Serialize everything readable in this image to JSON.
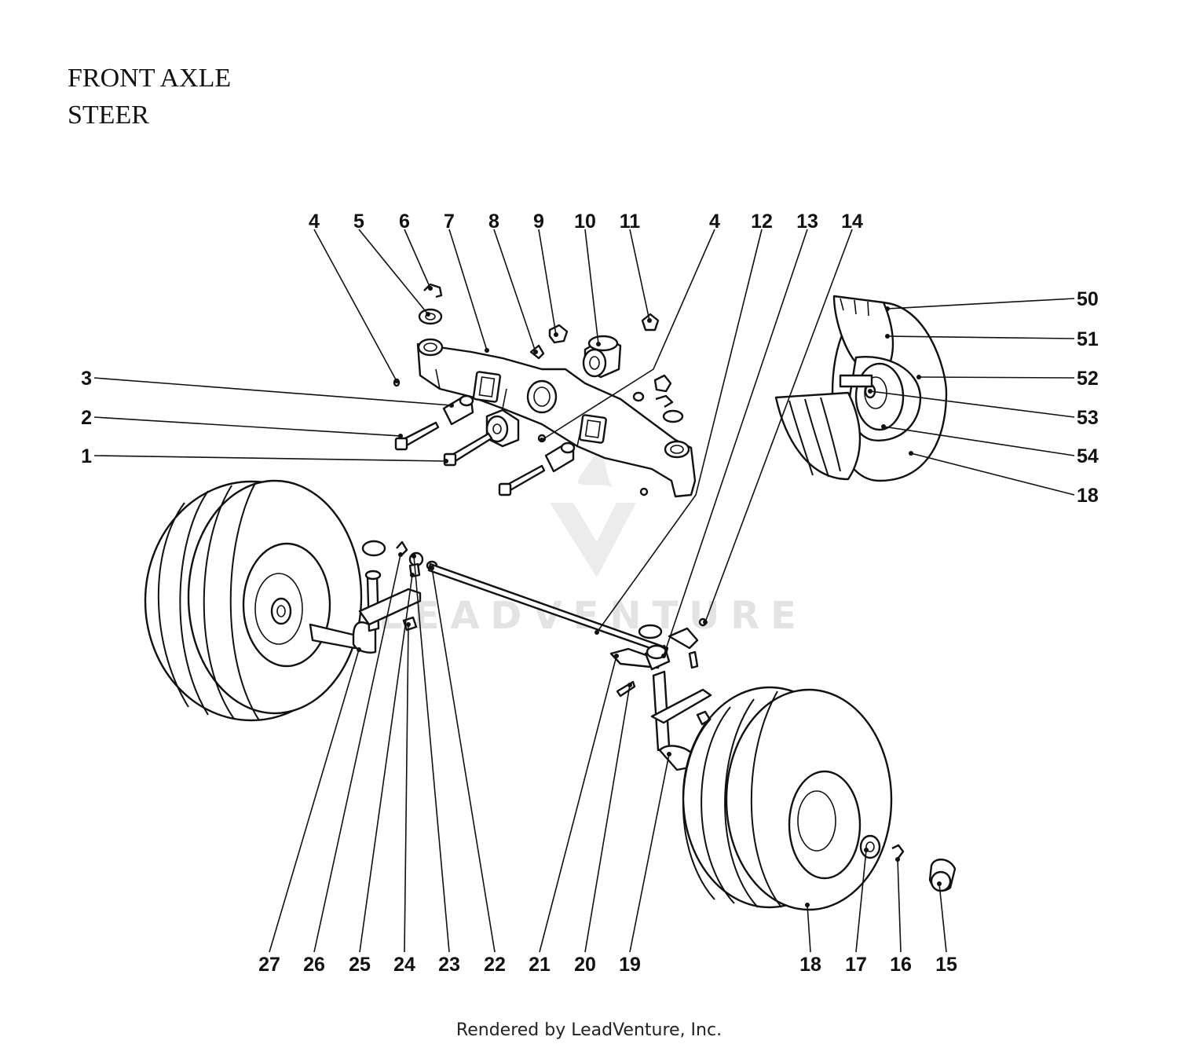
{
  "title": {
    "line1": "FRONT AXLE",
    "line2": "STEER"
  },
  "watermark": {
    "text": "LEADVENTURE"
  },
  "footer": {
    "text": "Rendered by LeadVenture, Inc."
  },
  "callouts": {
    "top": [
      "4",
      "5",
      "6",
      "7",
      "8",
      "9",
      "10",
      "11",
      "4",
      "12",
      "13",
      "14"
    ],
    "left": [
      "3",
      "2",
      "1"
    ],
    "right": [
      "50",
      "51",
      "52",
      "53",
      "54",
      "18"
    ],
    "bottom": [
      "27",
      "26",
      "25",
      "24",
      "23",
      "22",
      "21",
      "20",
      "19",
      "18",
      "17",
      "16",
      "15"
    ]
  }
}
